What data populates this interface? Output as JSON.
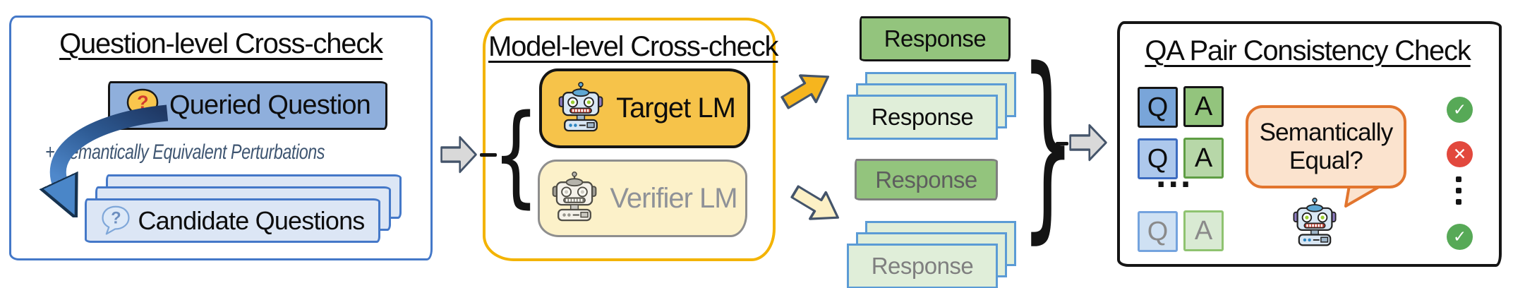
{
  "question_check": {
    "title": "Question-level Cross-check",
    "queried_label": "Queried Question",
    "perturbation_note": "+ Semantically Equivalent Perturbations",
    "candidate_label": "Candidate Questions"
  },
  "model_check": {
    "title": "Model-level Cross-check",
    "target_label": "Target LM",
    "verifier_label": "Verifier LM"
  },
  "responses": {
    "target_single": "Response",
    "target_stack": "Response",
    "verifier_single": "Response",
    "verifier_stack": "Response"
  },
  "qa_check": {
    "title": "QA Pair Consistency Check",
    "bubble_text": "Semantically Equal?",
    "ellipsis": "...",
    "rows": [
      {
        "q": "Q",
        "a": "A"
      },
      {
        "q": "Q",
        "a": "A"
      },
      {
        "q": "Q",
        "a": "A"
      }
    ],
    "results": [
      "pass",
      "fail",
      "ellipsis",
      "pass"
    ]
  },
  "glyphs": {
    "question_mark": "?",
    "brace_open": "{",
    "brace_close": "}",
    "check": "✓",
    "cross": "✕"
  },
  "colors": {
    "c-blue-border": "#4478C8",
    "c-blue-mid": "#8FAFDC",
    "c-blue-light": "#DCE6F5",
    "c-note": "#3F5672",
    "c-yellow-border": "#F3B300",
    "c-yellow-fill": "#F6C34A",
    "c-yellow-pale": "#FCF1C9",
    "c-yellow-arrow": "#F6B51E",
    "c-pale-arrow": "#FCF0C5",
    "c-green-mid": "#93C47D",
    "c-green-light": "#E0EED9",
    "c-stack-border": "#5B9BD5",
    "c-gray-fill": "#D9D9D9",
    "c-arrow-border": "#44546A",
    "c-dim-text": "#7F7F7F",
    "c-dim-border": "#7F7F7F",
    "c-dark": "#151515",
    "c-orange": "#E2752E",
    "c-peach": "#FBE3CE",
    "c-check": "#57A957",
    "c-cross": "#E2483D",
    "c-qa-q1": "#79A5D9",
    "c-qa-q2": "#ADC8EC",
    "c-qa-q3": "#CFE1F3",
    "c-qa-a1": "#93C47D",
    "c-qa-a2": "#B7D7A8",
    "c-qa-a3": "#D9EAD3",
    "c-qa-qb2": "#3D6CC0",
    "c-qa-qb3": "#74A3DE",
    "c-qa-ab2": "#5F9E44",
    "c-qa-ab3": "#8FC370"
  }
}
